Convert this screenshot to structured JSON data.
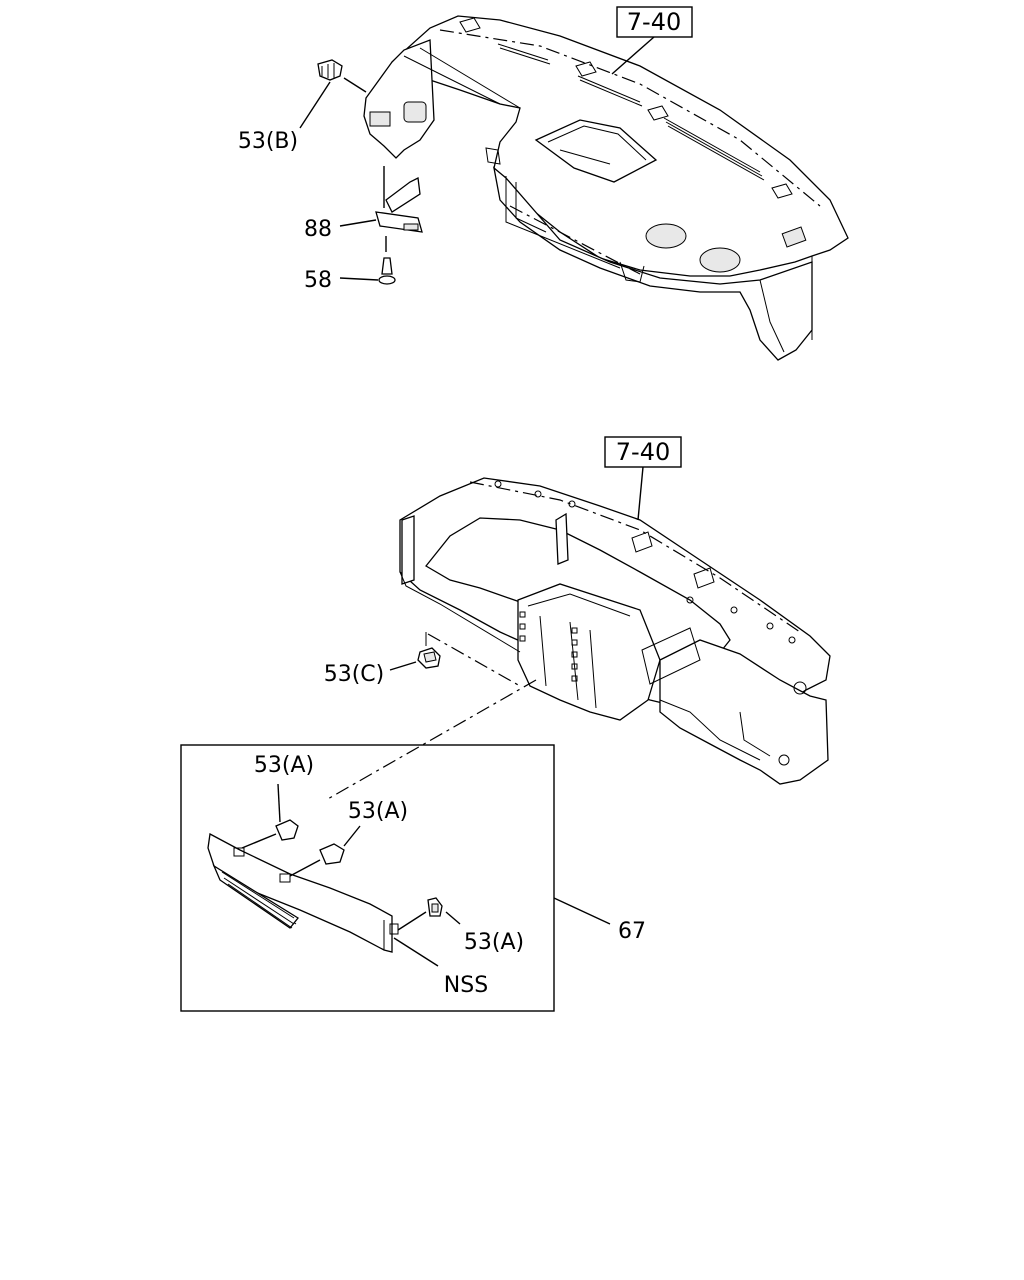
{
  "refs": {
    "top": "7-40",
    "bottom": "7-40"
  },
  "callouts": {
    "c53b": "53(B)",
    "c88": "88",
    "c58": "58",
    "c53c": "53(C)",
    "c53a_1": "53(A)",
    "c53a_2": "53(A)",
    "c53a_3": "53(A)",
    "c67": "67",
    "nss": "NSS"
  }
}
